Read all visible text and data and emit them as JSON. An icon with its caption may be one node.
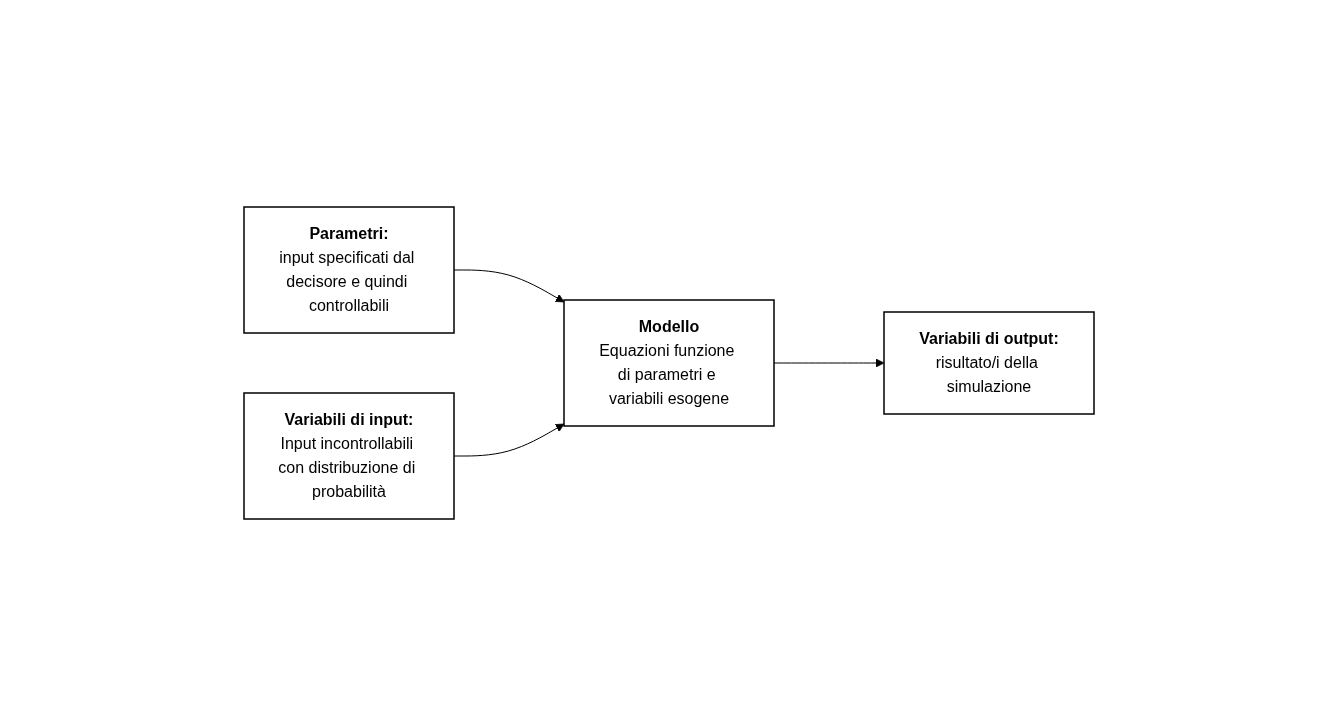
{
  "diagram": {
    "nodes": [
      {
        "text": [
          "Parametri:",
          "input specificati dal decisore e quindi controllabili"
        ]
      },
      {
        "text": [
          "Variabili di input:",
          "Input incontrollabili con distribuzione di probabilità"
        ]
      },
      {
        "text": [
          "Modello",
          "Equazioni funzione di parametri e variabili esogene"
        ]
      },
      {
        "text": [
          "Variabili di output:",
          "risultato/i della simulazione"
        ]
      }
    ],
    "edges": [
      {
        "from": 0,
        "to": 2,
        "arrow": "to"
      },
      {
        "from": 1,
        "to": 2,
        "arrow": "to"
      },
      {
        "from": 2,
        "to": 3,
        "arrow": "to"
      }
    ]
  }
}
